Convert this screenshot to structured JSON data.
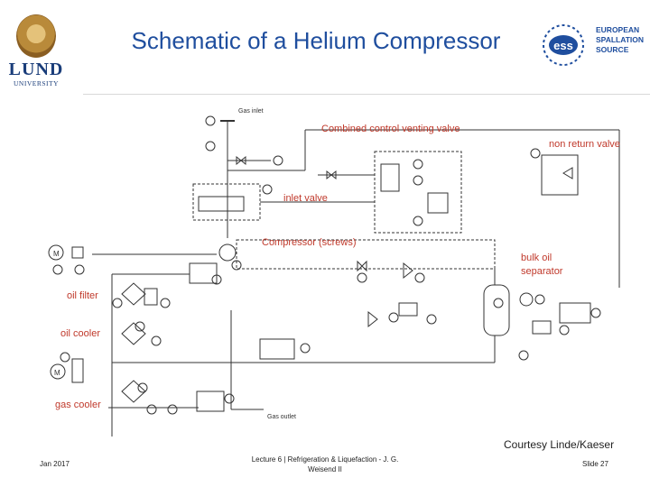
{
  "header": {
    "title": "Schematic of a Helium Compressor",
    "lund_logo": {
      "name": "LUND",
      "sub": "UNIVERSITY"
    },
    "ess_logo": {
      "mark": "ess",
      "lines": [
        "EUROPEAN",
        "SPALLATION",
        "SOURCE"
      ]
    }
  },
  "diagram": {
    "text": {
      "gas_inlet": "Gas inlet",
      "gas_outlet": "Gas outlet"
    },
    "labels": {
      "combined_valve": "Combined control venting valve",
      "non_return_valve": "non return valve",
      "inlet_valve": "inlet valve",
      "compressor": "Compressor (screws)",
      "bulk_oil_line1": "bulk oil",
      "bulk_oil_line2": "separator",
      "oil_filter": "oil filter",
      "oil_cooler": "oil cooler",
      "gas_cooler": "gas cooler"
    },
    "colors": {
      "annotation": "#c0392b",
      "lines": "#333333",
      "dashed_box": "#666666"
    }
  },
  "footer": {
    "courtesy": "Courtesy Linde/Kaeser",
    "date": "Jan 2017",
    "lecture_line1": "Lecture 6 | Refrigeration & Liquefaction - J. G.",
    "lecture_line2": "Weisend II",
    "slide": "Slide 27"
  }
}
